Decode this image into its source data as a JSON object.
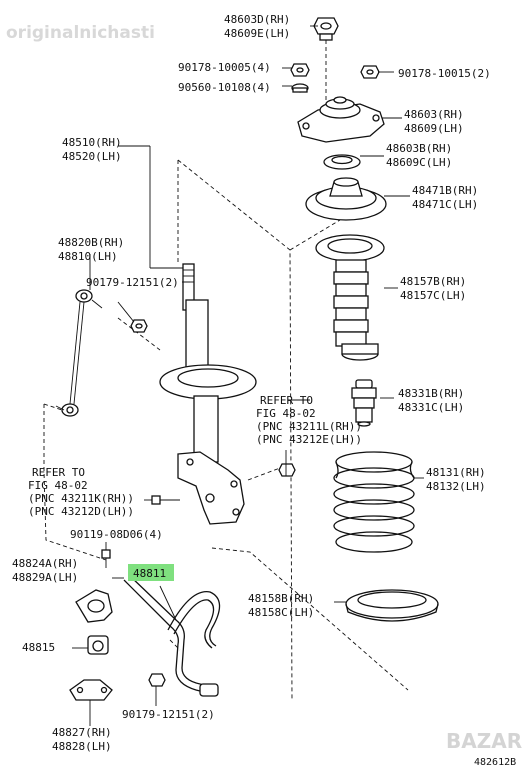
{
  "watermark": "originalnichasti",
  "brand": "BAZAR",
  "figure_id": "482612B",
  "labels": {
    "p48603D": "48603D(RH)",
    "p48609E": "48609E(LH)",
    "p90178_10005": "90178-10005(4)",
    "p90560_10108": "90560-10108(4)",
    "p90178_10015": "90178-10015(2)",
    "p48603": "48603(RH)",
    "p48609": "48609(LH)",
    "p48510": "48510(RH)",
    "p48520": "48520(LH)",
    "p48603B": "48603B(RH)",
    "p48609C": "48609C(LH)",
    "p48471B": "48471B(RH)",
    "p48471C": "48471C(LH)",
    "p48820B": "48820B(RH)",
    "p48810": "48810(LH)",
    "p90179_top": "90179-12151(2)",
    "p48157B": "48157B(RH)",
    "p48157C": "48157C(LH)",
    "ref_right_1": "REFER TO",
    "ref_right_2": "FIG 48-02",
    "ref_right_3": "(PNC 43211L(RH))",
    "ref_right_4": "(PNC 43212E(LH))",
    "p48331B": "48331B(RH)",
    "p48331C": "48331C(LH)",
    "ref_left_1": "REFER TO",
    "ref_left_2": "FIG 48-02",
    "ref_left_3": "(PNC 43211K(RH))",
    "ref_left_4": "(PNC 43212D(LH))",
    "p48131": "48131(RH)",
    "p48132": "48132(LH)",
    "p90119": "90119-08D06(4)",
    "p48824A": "48824A(RH)",
    "p48829A": "48829A(LH)",
    "p48811": "48811",
    "p48158B": "48158B(RH)",
    "p48158C": "48158C(LH)",
    "p48815": "48815",
    "p90179_bottom": "90179-12151(2)",
    "p48827": "48827(RH)",
    "p48828": "48828(LH)"
  },
  "colors": {
    "highlight": "#7fe07f",
    "line": "#111111",
    "watermark": "#d8d8d8"
  }
}
